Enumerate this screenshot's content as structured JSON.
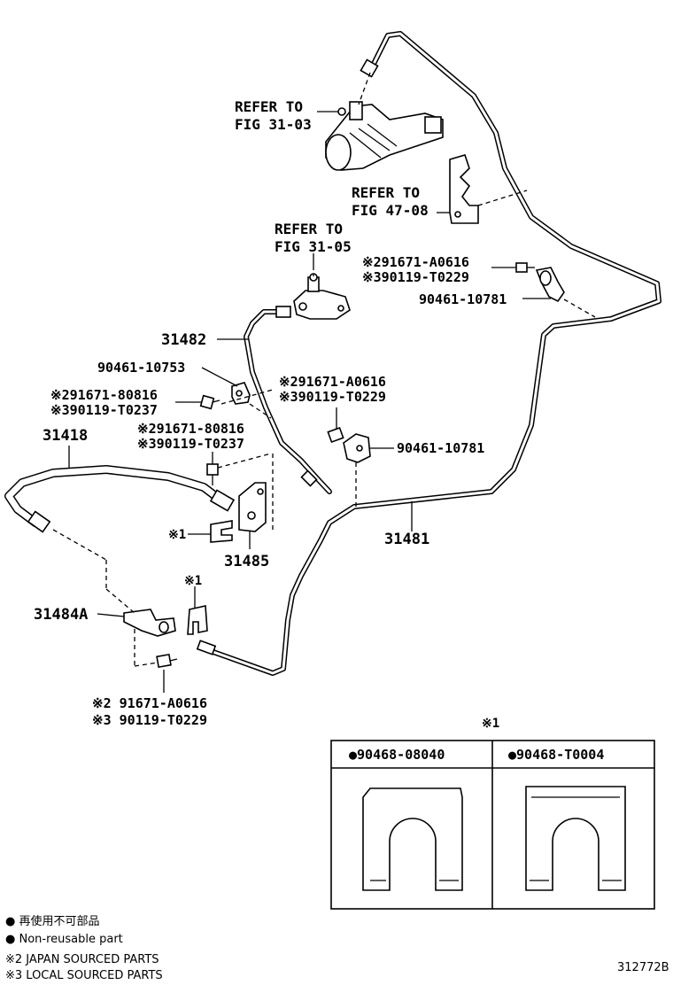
{
  "callouts": {
    "refer_fig_31_03_l1": "REFER TO",
    "refer_fig_31_03_l2": "FIG 31-03",
    "refer_fig_47_08_l1": "REFER TO",
    "refer_fig_47_08_l2": "FIG 47-08",
    "refer_fig_31_05_l1": "REFER TO",
    "refer_fig_31_05_l2": "FIG 31-05",
    "bolt_upper_right_japan": "※291671-A0616",
    "bolt_upper_right_local": "※390119-T0229",
    "clamp_upper_right": "90461-10781",
    "tube_31482": "31482",
    "clamp_90461_10753": "90461-10753",
    "bolt_left_japan": "※291671-80816",
    "bolt_left_local": "※390119-T0237",
    "hose_31418": "31418",
    "bolt_mid_japan": "※291671-80816",
    "bolt_mid_local": "※390119-T0237",
    "bolt_center_japan": "※291671-A0616",
    "bolt_center_local": "※390119-T0229",
    "clamp_center": "90461-10781",
    "clip_note_left": "※1",
    "bracket_31485": "31485",
    "tube_31481": "31481",
    "clip_note_lower": "※1",
    "bracket_31484a": "31484A",
    "bolt_bottom_japan": "※2 91671-A0616",
    "bolt_bottom_local": "※3 90119-T0229"
  },
  "table": {
    "note": "※1",
    "col1": "●90468-08040",
    "col2": "●90468-T0004"
  },
  "legend": {
    "line1": "● 再使用不可部品",
    "line2": "● Non-reusable part",
    "line3": "※2 JAPAN SOURCED PARTS",
    "line4": "※3 LOCAL SOURCED PARTS"
  },
  "figure_id": "312772B"
}
